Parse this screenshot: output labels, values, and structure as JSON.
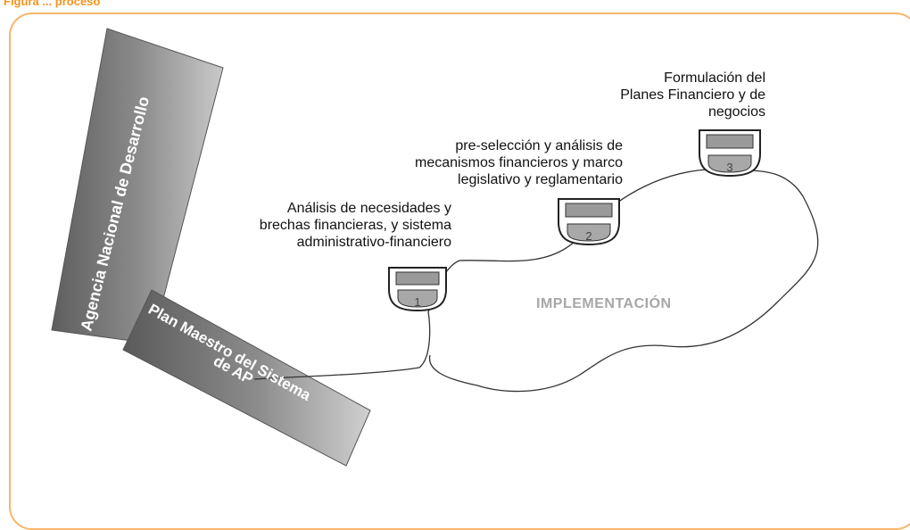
{
  "header": {
    "label": "Figura ... proceso"
  },
  "bars": {
    "agencia": "Agencia Nacional de Desarrollo",
    "plan": [
      "Plan Maestro del Sistema",
      "de AP"
    ]
  },
  "steps": [
    {
      "number": "1",
      "lines": [
        "Análisis de necesidades y",
        "brechas financieras, y sistema",
        "administrativo-financiero"
      ]
    },
    {
      "number": "2",
      "lines": [
        "pre-selección y análisis de",
        "mecanismos financieros y marco",
        "legislativo y reglamentario"
      ]
    },
    {
      "number": "3",
      "lines": [
        "Formulación del",
        "Planes Financiero y de",
        "negocios"
      ]
    }
  ],
  "implementation_label": "IMPLEMENTACIÓN",
  "colors": {
    "frame": "#f6b66a",
    "bar_dark": "#6b6b6b",
    "bar_light": "#c8c8c8",
    "badge_fill": "#9a9a9a"
  }
}
